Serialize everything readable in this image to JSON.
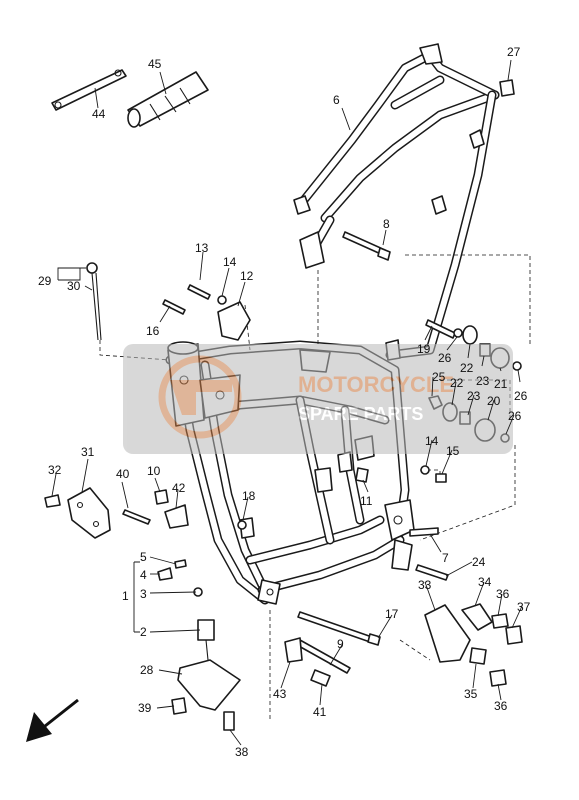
{
  "diagram": {
    "callouts": [
      {
        "id": "1",
        "label": "1"
      },
      {
        "id": "2",
        "label": "2"
      },
      {
        "id": "3",
        "label": "3"
      },
      {
        "id": "4",
        "label": "4"
      },
      {
        "id": "5",
        "label": "5"
      },
      {
        "id": "6",
        "label": "6"
      },
      {
        "id": "7",
        "label": "7"
      },
      {
        "id": "8",
        "label": "8"
      },
      {
        "id": "9",
        "label": "9"
      },
      {
        "id": "10",
        "label": "10"
      },
      {
        "id": "11",
        "label": "11"
      },
      {
        "id": "12",
        "label": "12"
      },
      {
        "id": "13",
        "label": "13"
      },
      {
        "id": "14a",
        "label": "14"
      },
      {
        "id": "14b",
        "label": "14"
      },
      {
        "id": "15",
        "label": "15"
      },
      {
        "id": "16",
        "label": "16"
      },
      {
        "id": "17",
        "label": "17"
      },
      {
        "id": "18",
        "label": "18"
      },
      {
        "id": "19",
        "label": "19"
      },
      {
        "id": "20",
        "label": "20"
      },
      {
        "id": "21",
        "label": "21"
      },
      {
        "id": "22a",
        "label": "22"
      },
      {
        "id": "22b",
        "label": "22"
      },
      {
        "id": "23a",
        "label": "23"
      },
      {
        "id": "23b",
        "label": "23"
      },
      {
        "id": "24",
        "label": "24"
      },
      {
        "id": "25",
        "label": "25"
      },
      {
        "id": "26a",
        "label": "26"
      },
      {
        "id": "26b",
        "label": "26"
      },
      {
        "id": "26c",
        "label": "26"
      },
      {
        "id": "27",
        "label": "27"
      },
      {
        "id": "28",
        "label": "28"
      },
      {
        "id": "29",
        "label": "29"
      },
      {
        "id": "30",
        "label": "30"
      },
      {
        "id": "31",
        "label": "31"
      },
      {
        "id": "32",
        "label": "32"
      },
      {
        "id": "33",
        "label": "33"
      },
      {
        "id": "34",
        "label": "34"
      },
      {
        "id": "35",
        "label": "35"
      },
      {
        "id": "36a",
        "label": "36"
      },
      {
        "id": "36b",
        "label": "36"
      },
      {
        "id": "37",
        "label": "37"
      },
      {
        "id": "38",
        "label": "38"
      },
      {
        "id": "39",
        "label": "39"
      },
      {
        "id": "40",
        "label": "40"
      },
      {
        "id": "41",
        "label": "41"
      },
      {
        "id": "42",
        "label": "42"
      },
      {
        "id": "43",
        "label": "43"
      },
      {
        "id": "44",
        "label": "44"
      },
      {
        "id": "45",
        "label": "45"
      }
    ]
  },
  "watermark": {
    "line1": "MOTORCYCLE",
    "line2": "SPARE PARTS",
    "color": "#c8733a",
    "banner_color": "#b9b9b9"
  },
  "colors": {
    "ink": "#1a1a1a",
    "background": "#ffffff"
  },
  "icons": {
    "direction_arrow": "arrow-front-left-icon"
  }
}
